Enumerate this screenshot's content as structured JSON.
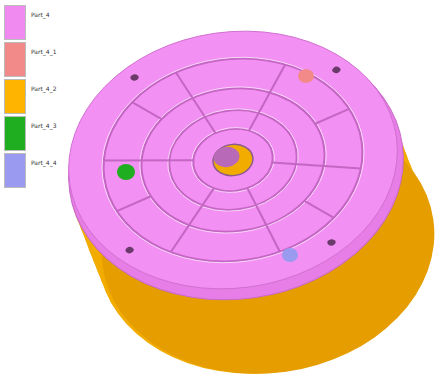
{
  "diagram": {
    "legend": [
      {
        "text": "Part_4",
        "color": "#f08af0"
      },
      {
        "text": "Part_4_1",
        "color": "#f28a8a"
      },
      {
        "text": "Part_4_2",
        "color": "#ffb400"
      },
      {
        "text": "Part_4_3",
        "color": "#1fae1f"
      },
      {
        "text": "Part_4_4",
        "color": "#9a9af0"
      }
    ]
  }
}
